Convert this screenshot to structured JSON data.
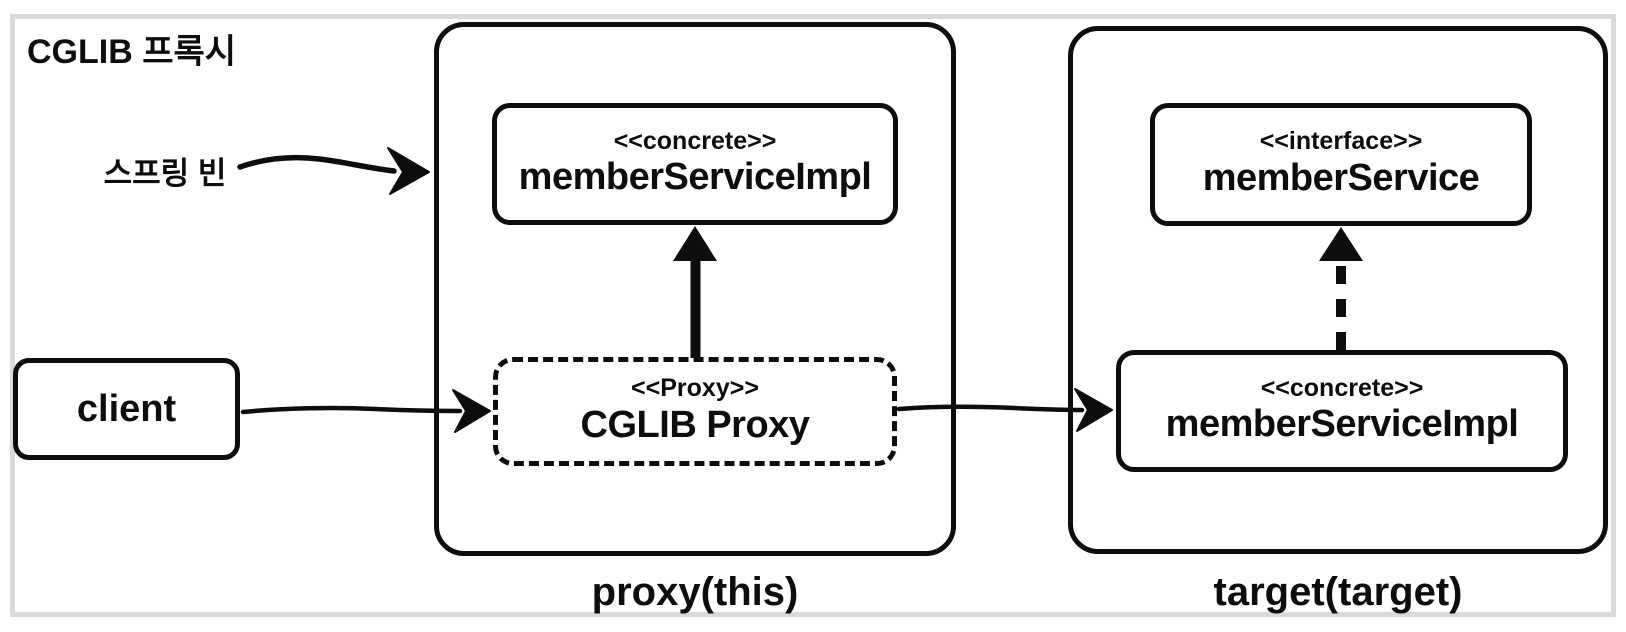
{
  "diagram": {
    "title": "CGLIB 프록시",
    "spring_bean_label": "스프링 빈",
    "client_box": {
      "label": "client"
    },
    "proxy_container": {
      "caption": "proxy(this)",
      "concrete_box": {
        "stereotype": "<<concrete>>",
        "name": "memberServiceImpl"
      },
      "proxy_box": {
        "stereotype": "<<Proxy>>",
        "name": "CGLIB Proxy"
      }
    },
    "target_container": {
      "caption": "target(target)",
      "interface_box": {
        "stereotype": "<<interface>>",
        "name": "memberService"
      },
      "concrete_box": {
        "stereotype": "<<concrete>>",
        "name": "memberServiceImpl"
      }
    },
    "arrows": [
      "spring-bean-to-proxy-container",
      "client-to-cglib-proxy",
      "cglib-proxy-to-target-impl",
      "cglib-proxy-extends-member-service-impl",
      "member-service-impl-implements-member-service"
    ],
    "colors": {
      "line": "#0d0d0d",
      "frame_border": "#dadada",
      "background": "#ffffff"
    }
  }
}
